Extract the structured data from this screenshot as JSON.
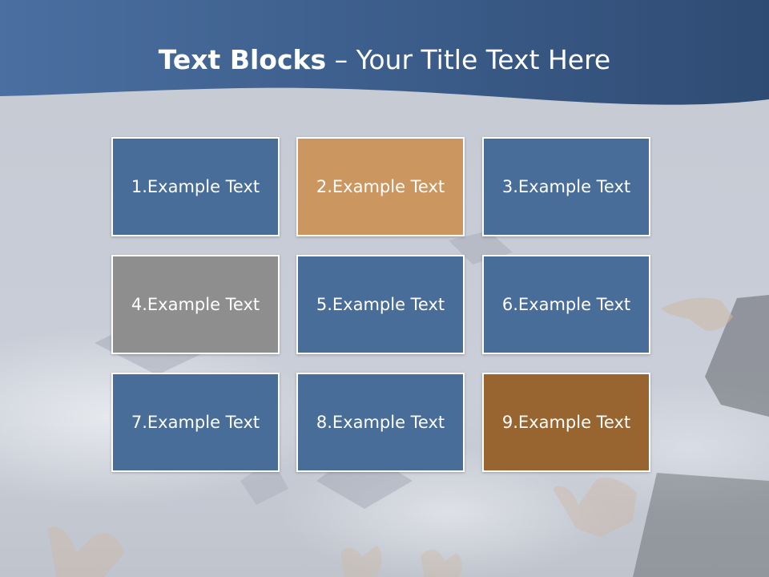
{
  "slide": {
    "title_bold": "Text Blocks",
    "title_rest": " – Your Title Text Here"
  },
  "blocks": [
    {
      "label": "1.Example Text",
      "color": "#486d98"
    },
    {
      "label": "2.Example Text",
      "color": "#cc9661"
    },
    {
      "label": "3.Example Text",
      "color": "#486d98"
    },
    {
      "label": "4.Example Text",
      "color": "#8e8e8e"
    },
    {
      "label": "5.Example Text",
      "color": "#486d98"
    },
    {
      "label": "6.Example Text",
      "color": "#486d98"
    },
    {
      "label": "7.Example Text",
      "color": "#486d98"
    },
    {
      "label": "8.Example Text",
      "color": "#486d98"
    },
    {
      "label": "9.Example Text",
      "color": "#986531"
    }
  ],
  "colors": {
    "header_dark": "#2e4b73",
    "header_light": "#4a6fa0",
    "block_border": "#ffffff"
  }
}
